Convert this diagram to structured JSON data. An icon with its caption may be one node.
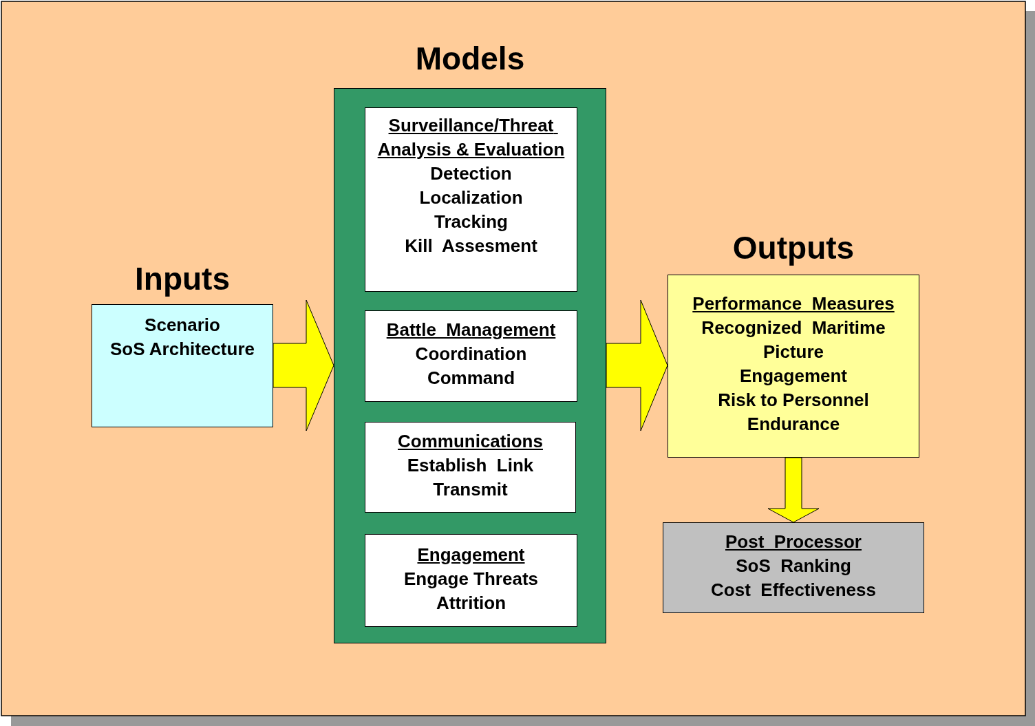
{
  "diagram": {
    "nodes": [
      {
        "text": [
          "Inputs",
          "Scenario",
          "SoS Architecture"
        ]
      },
      {
        "text": [
          "Models"
        ]
      },
      {
        "text": [
          "Surveillance/Threat Analysis & Evaluation",
          "Detection",
          "Localization",
          "Tracking",
          "Kill  Assesment"
        ],
        "in": 1
      },
      {
        "text": [
          "Battle  Management",
          "Coordination",
          "Command"
        ],
        "in": 1
      },
      {
        "text": [
          "Communications",
          "Establish  Link",
          "Transmit"
        ],
        "in": 1
      },
      {
        "text": [
          "Engagement",
          "Engage Threats",
          "Attrition"
        ],
        "in": 1
      },
      {
        "text": [
          "Outputs",
          "Performance  Measures",
          "Recognized  Maritime Picture",
          "Engagement",
          "Risk to Personnel",
          "Endurance"
        ]
      },
      {
        "text": [
          "Post  Processor",
          "SoS  Ranking",
          "Cost  Effectiveness"
        ]
      }
    ],
    "edges": [
      {
        "from": 0,
        "to": 1,
        "arrow": "to",
        "style": "thick",
        "color": "#ffff00"
      },
      {
        "from": 1,
        "to": 6,
        "arrow": "to",
        "style": "thick",
        "color": "#ffff00"
      },
      {
        "from": 6,
        "to": 7,
        "arrow": "to",
        "style": "thick",
        "color": "#ffff00"
      }
    ]
  }
}
